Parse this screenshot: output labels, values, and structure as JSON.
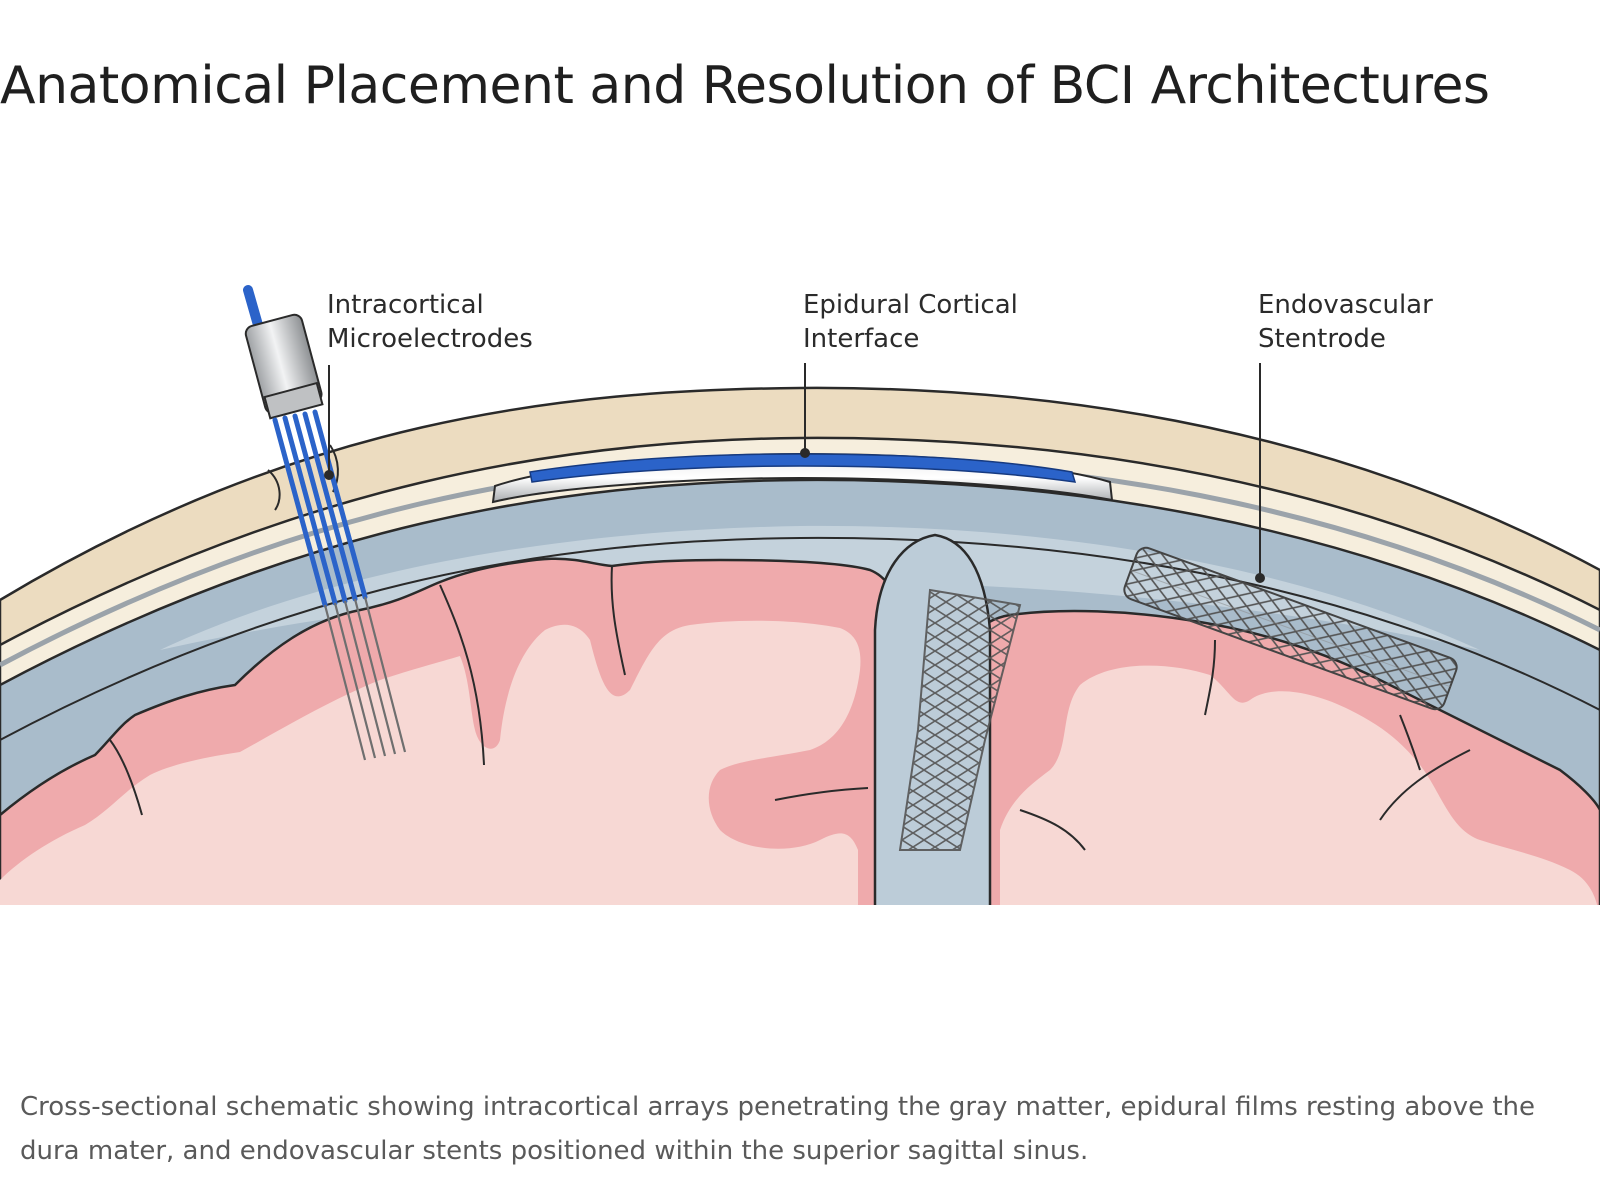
{
  "title": "Anatomical Placement and Resolution of BCI Architectures",
  "labels": {
    "intracortical": [
      "Intracortical",
      "Microelectrodes"
    ],
    "epidural": [
      "Epidural Cortical",
      "Interface"
    ],
    "endovascular": [
      "Endovascular",
      "Stentrode"
    ]
  },
  "caption": "Cross-sectional schematic showing intracortical arrays penetrating the gray matter, epidural films resting above the dura mater, and endovascular stents positioned within the superior sagittal sinus.",
  "colors": {
    "skull": "#ecdcc0",
    "dura": "#f6eedd",
    "csf": "#a9bccb",
    "gray_matter": "#efaaac",
    "white_matter": "#f7d8d4",
    "device_blue": "#2b63c9",
    "metal": "#c9cbcd"
  }
}
